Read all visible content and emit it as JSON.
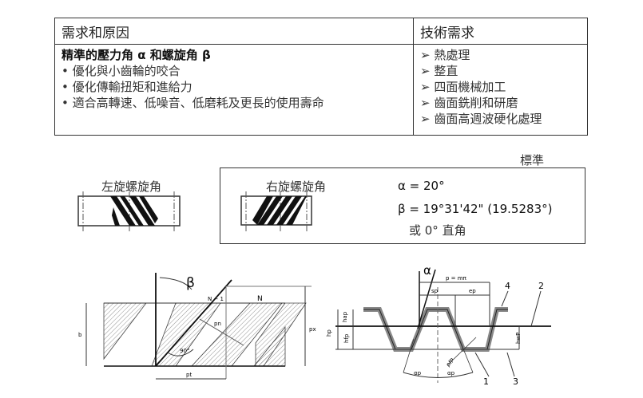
{
  "table": {
    "col1_header": "需求和原因",
    "col2_header": "技術需求",
    "col1_title": "精準的壓力角 α 和螺旋角 β",
    "col1_bullets": [
      "優化與小齒輪的咬合",
      "優化傳輸扭矩和進給力",
      "適合高轉速、低噪音、低磨耗及更長的使用壽命"
    ],
    "col2_items": [
      "熱處理",
      "整直",
      "四面機械加工",
      "齒面銑削和研磨",
      "齒面高週波硬化處理"
    ],
    "bullet_symbol": "•",
    "arrow_symbol": "➢"
  },
  "helix": {
    "standard_label": "標準",
    "left_label": "左旋螺旋角",
    "right_label": "右旋螺旋角",
    "alpha_value": "α = 20°",
    "beta_value": "β = 19°31'42\" (19.5283°)",
    "alt_value": "或 0° 直角"
  },
  "diagram_left": {
    "beta": "β",
    "n_minus_1": "N − 1",
    "n": "N",
    "p_n": "pn",
    "p_x": "px",
    "p_t": "pt",
    "angle_90": "90°",
    "height": "b"
  },
  "diagram_right": {
    "alpha": "α",
    "pitch": "p = mπ",
    "s_p": "sp",
    "e_p": "ep",
    "h_ap": "hap",
    "h_fp": "hfp",
    "h_p": "hp",
    "h_wp": "hwP",
    "rho_fp": "ρfP",
    "alpha_p_left": "αp",
    "alpha_p_right": "αp",
    "callouts": [
      "1",
      "2",
      "3",
      "4"
    ]
  }
}
